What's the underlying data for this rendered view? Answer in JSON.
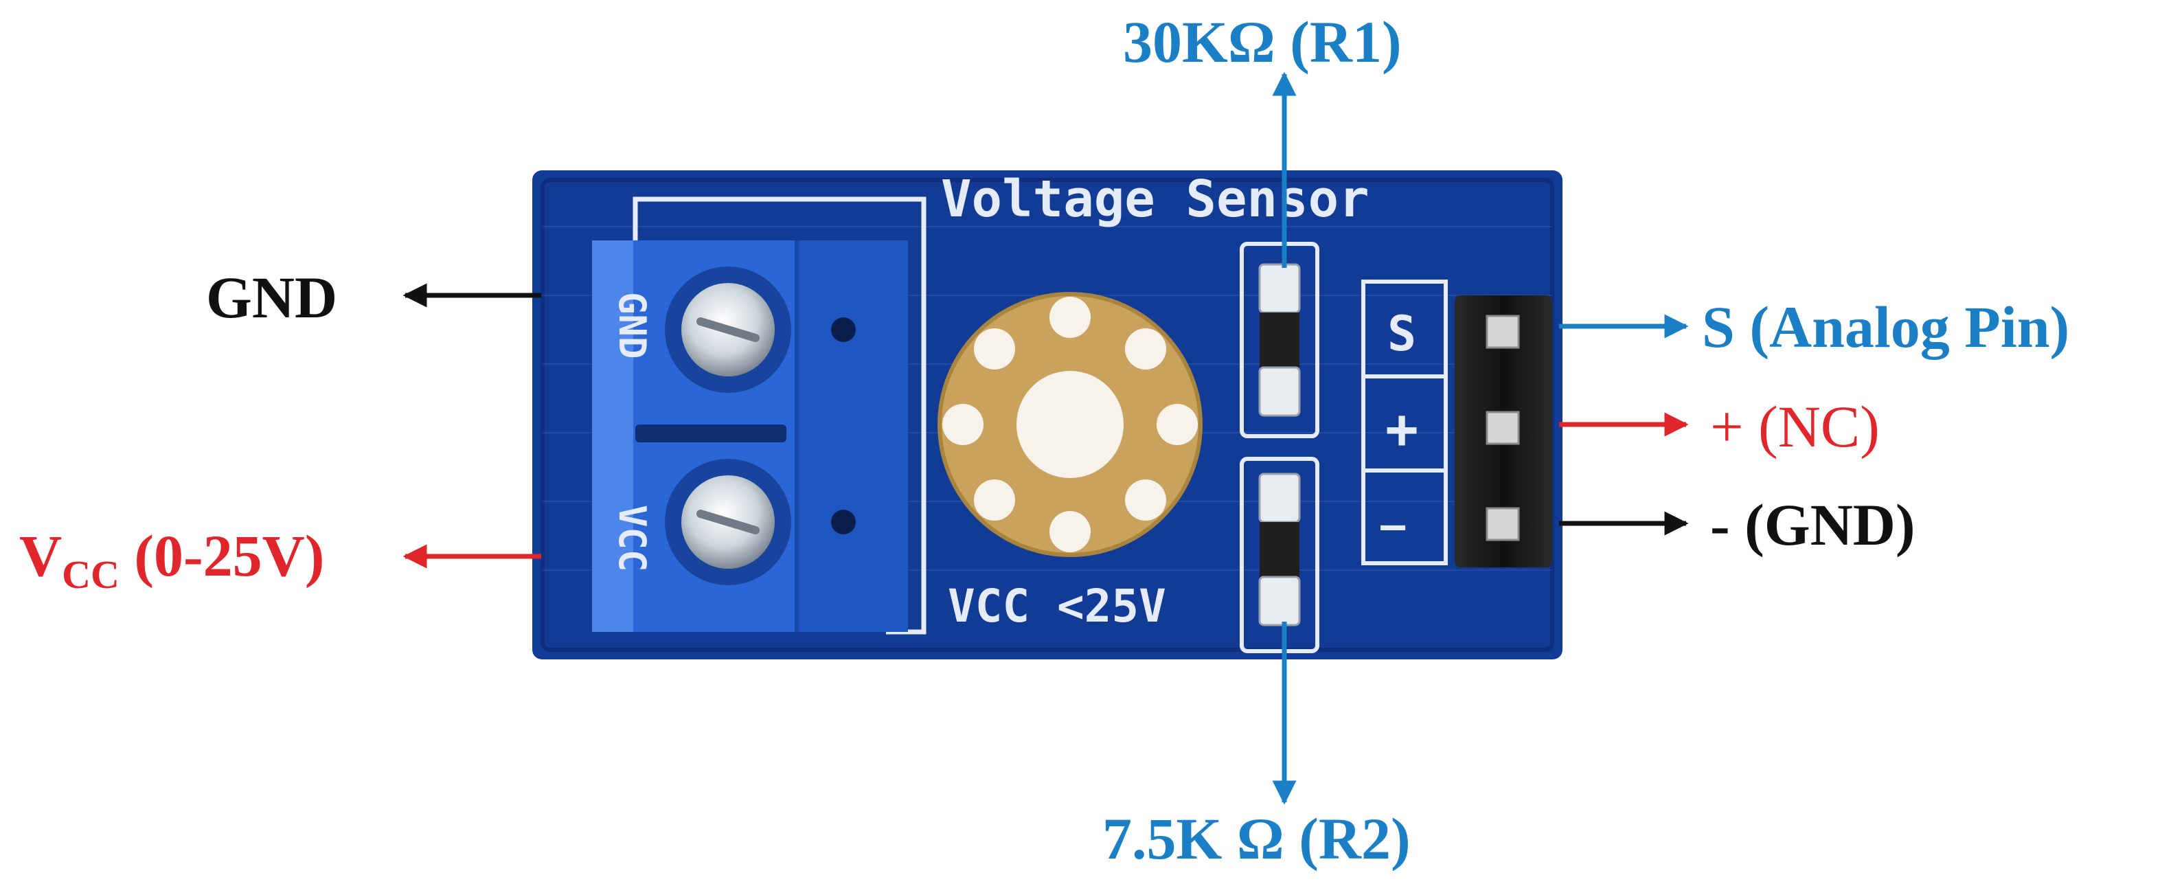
{
  "board": {
    "title": "Voltage Sensor",
    "vcc_marking": "VCC <25V",
    "terminal_marking_top": "GND",
    "terminal_marking_bottom": "VCC",
    "pin_s": "S",
    "pin_plus": "+",
    "pin_minus": "—"
  },
  "labels": {
    "gnd": "GND",
    "vcc_main": "V",
    "vcc_sub": "CC",
    "vcc_range": " (0-25V)",
    "r1": "30KΩ (R1)",
    "r2": "7.5K Ω (R2)",
    "signal": "S (Analog Pin)",
    "plus": "+ (NC)",
    "minus": "- (GND)"
  },
  "colors": {
    "board_blue": "#123b96",
    "terminal_blue": "#2a66d6",
    "label_blue": "#1a7fc4",
    "label_red": "#e0262b",
    "label_black": "#111111",
    "copper": "#c9a35e",
    "silkscreen": "#e6ecf7"
  }
}
